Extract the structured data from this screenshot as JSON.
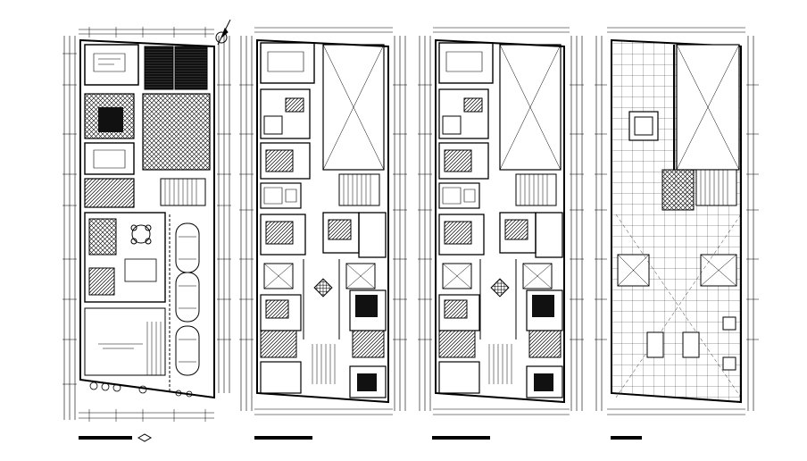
{
  "drawing": {
    "line_color": "#000000",
    "background": "#ffffff",
    "plans": [
      {
        "id": "plan-1",
        "kind": "ground-floor-with-parking",
        "cars": 4
      },
      {
        "id": "plan-2",
        "kind": "typical-floor",
        "cars": 0
      },
      {
        "id": "plan-3",
        "kind": "typical-floor",
        "cars": 0
      },
      {
        "id": "plan-4",
        "kind": "roof-plan",
        "cars": 0
      }
    ],
    "north_symbol": "north-arrow-icon"
  }
}
